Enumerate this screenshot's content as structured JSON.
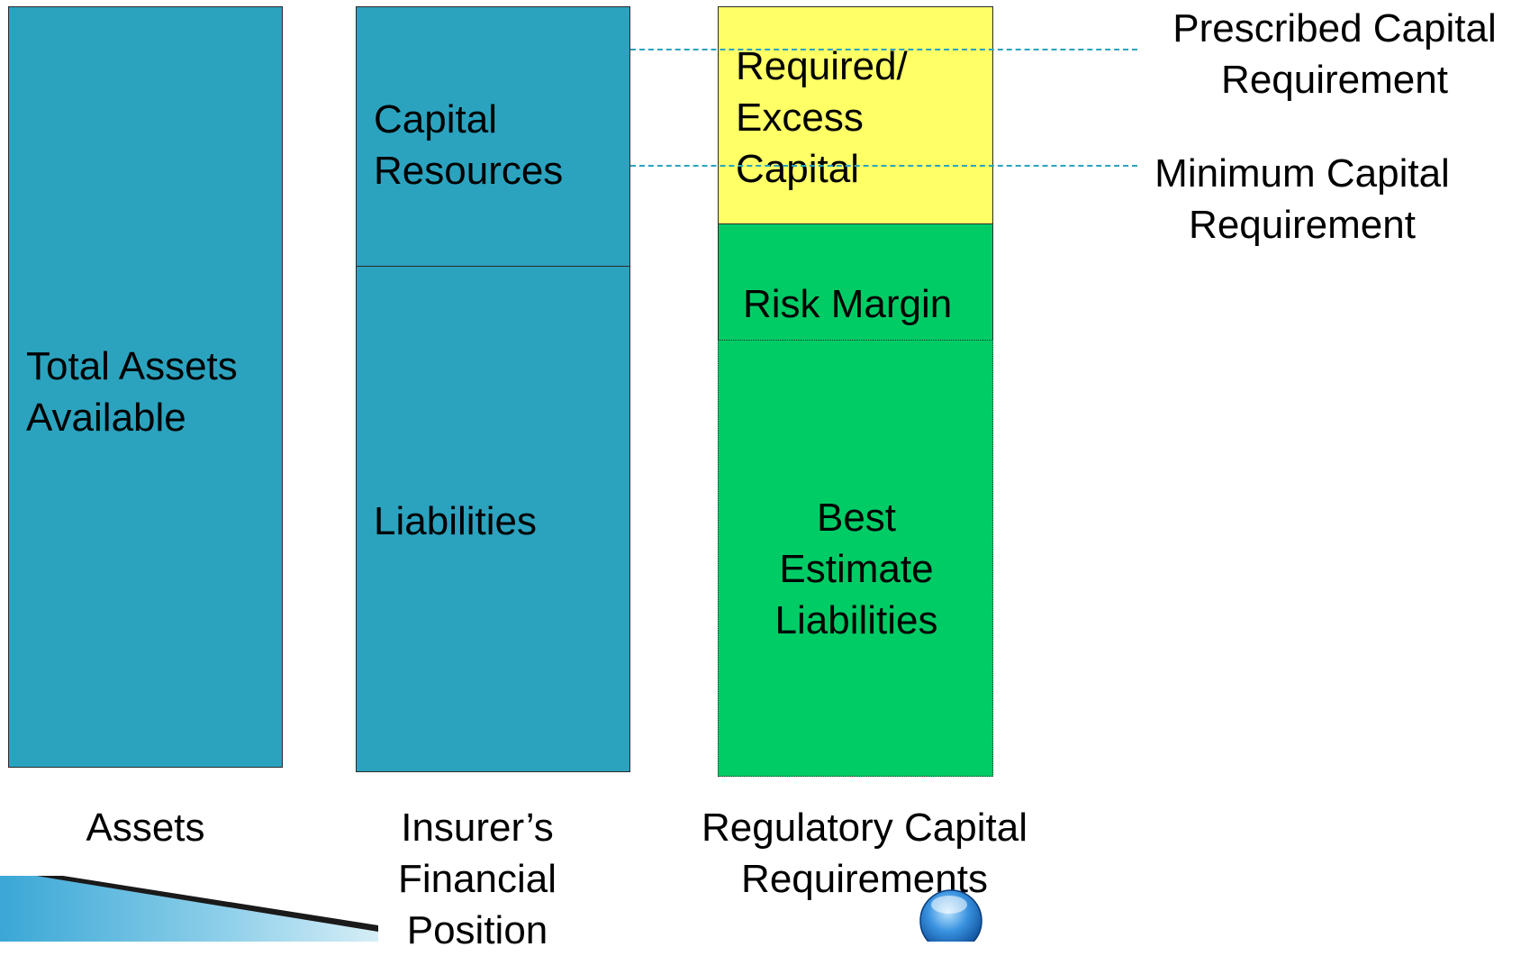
{
  "colors": {
    "teal": "#2ba3bf",
    "yellow": "#ffff66",
    "green": "#00cc66",
    "dash": "#2aa3bf"
  },
  "columns": [
    {
      "id": "assets",
      "label": [
        "Assets"
      ],
      "blocks": [
        {
          "text": [
            "Total Assets",
            "Available"
          ]
        }
      ]
    },
    {
      "id": "financial-position",
      "label": [
        "Insurer’s",
        "Financial",
        "Position"
      ],
      "blocks": [
        {
          "text": [
            "Capital",
            "Resources"
          ]
        },
        {
          "text": [
            "Liabilities"
          ]
        }
      ]
    },
    {
      "id": "regulatory",
      "label": [
        "Regulatory Capital",
        "Requirements"
      ],
      "blocks": [
        {
          "text": [
            "Required/",
            "Excess",
            "Capital"
          ]
        },
        {
          "text": [
            "Risk Margin"
          ]
        },
        {
          "text": [
            "Best",
            "Estimate",
            "Liabilities"
          ]
        }
      ]
    }
  ],
  "thresholds": [
    {
      "id": "prescribed",
      "label": [
        "Prescribed Capital",
        "Requirement"
      ]
    },
    {
      "id": "minimum",
      "label": [
        "Minimum Capital",
        "Requirement"
      ]
    }
  ],
  "decorations": {
    "corner_graphic": "slide-corner-stripe",
    "bottom_icon": "blue-orb-icon"
  }
}
